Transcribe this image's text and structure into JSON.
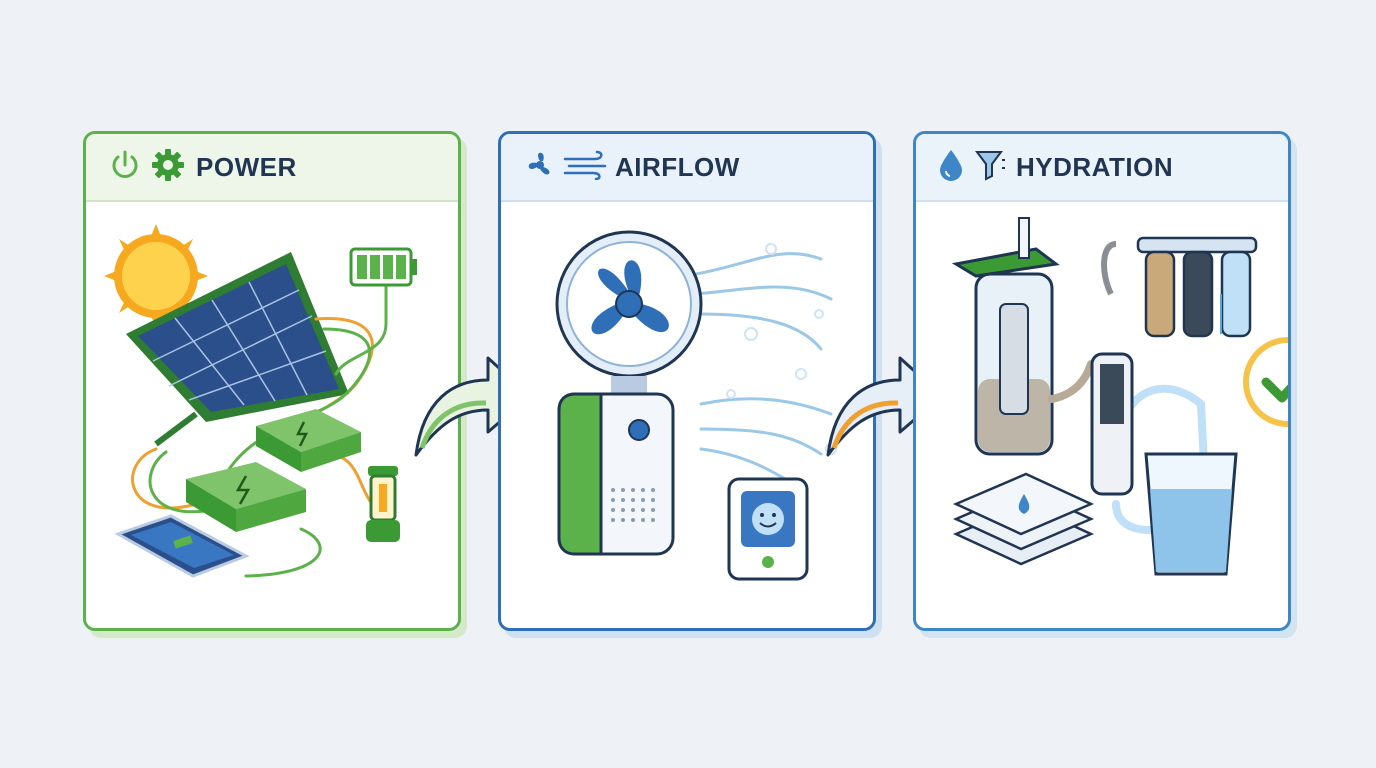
{
  "panels": [
    {
      "title": "POWER",
      "accent": "#5cb24a"
    },
    {
      "title": "AIRFLOW",
      "accent": "#2f6fb7"
    },
    {
      "title": "HYDRATION",
      "accent": "#3f86c8"
    }
  ],
  "icons": {
    "power": [
      "power-icon",
      "gear-icon",
      "sun-icon",
      "solar-panel-icon",
      "battery-icon",
      "power-bank-icon",
      "smartphone-icon",
      "lantern-icon",
      "charging-hub-icon"
    ],
    "airflow": [
      "fan-icon",
      "wind-icon",
      "air-purifier-icon",
      "air-quality-monitor-icon"
    ],
    "hydration": [
      "water-drop-icon",
      "funnel-icon",
      "filter-bottle-icon",
      "inline-filter-icon",
      "filter-cartridges-icon",
      "water-glass-icon",
      "water-pouches-icon",
      "checkmark-icon"
    ]
  },
  "colors": {
    "green": "#5cb24a",
    "blue": "#2f6fb7",
    "orange": "#f0a030",
    "navy": "#1f3552"
  }
}
